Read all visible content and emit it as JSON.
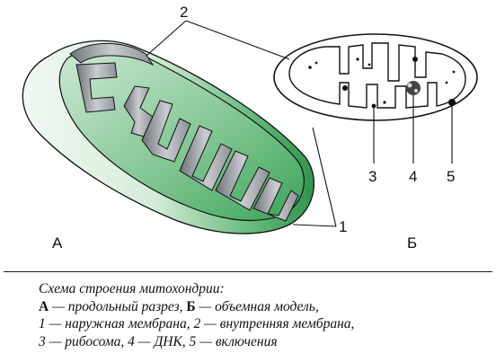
{
  "labels": {
    "inner_membrane": "2",
    "outer_membrane": "1",
    "ribosome": "3",
    "dna": "4",
    "inclusions": "5",
    "panel_a": "А",
    "panel_b": "Б"
  },
  "caption": {
    "title": "Схема строения митохондрии:",
    "line2_a": "А",
    "line2_a_text": " — продольный разрез, ",
    "line2_b": "Б",
    "line2_b_text": " — объемная модель,",
    "line3": "1 — наружная мембрана, 2 — внутренняя мембрана,",
    "line4": "3 — рибосома, 4 — ДНК, 5 — включения"
  },
  "colors": {
    "matrix_green": "#3aa35a",
    "membrane_gray": "#8e9298",
    "outline": "#111111"
  }
}
